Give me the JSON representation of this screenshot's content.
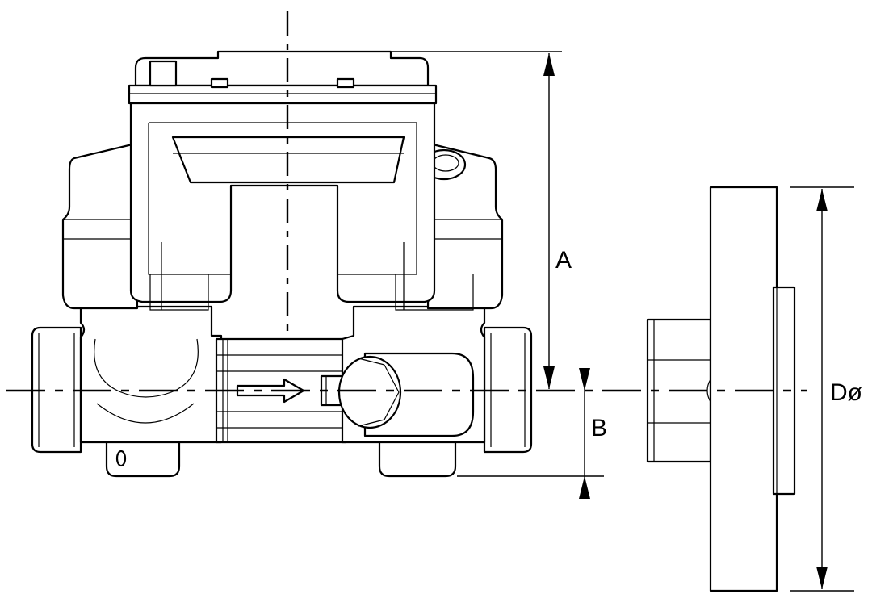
{
  "dimensions": {
    "a_label": "A",
    "b_label": "B",
    "d_label": "Dø"
  }
}
